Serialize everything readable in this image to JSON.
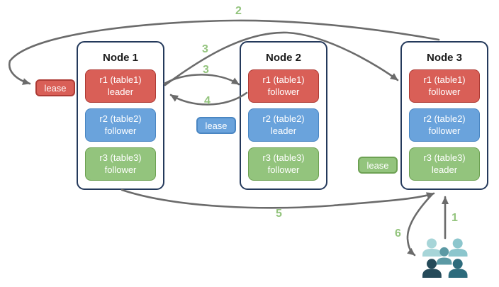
{
  "diagram": {
    "nodes": [
      {
        "title": "Node 1",
        "replicas": [
          {
            "label": "r1 (table1)",
            "role": "leader",
            "color": "red"
          },
          {
            "label": "r2 (table2)",
            "role": "follower",
            "color": "blue"
          },
          {
            "label": "r3 (table3)",
            "role": "follower",
            "color": "green"
          }
        ]
      },
      {
        "title": "Node 2",
        "replicas": [
          {
            "label": "r1 (table1)",
            "role": "follower",
            "color": "red"
          },
          {
            "label": "r2 (table2)",
            "role": "leader",
            "color": "blue"
          },
          {
            "label": "r3 (table3)",
            "role": "follower",
            "color": "green"
          }
        ]
      },
      {
        "title": "Node 3",
        "replicas": [
          {
            "label": "r1 (table1)",
            "role": "follower",
            "color": "red"
          },
          {
            "label": "r2 (table2)",
            "role": "follower",
            "color": "blue"
          },
          {
            "label": "r3 (table3)",
            "role": "leader",
            "color": "green"
          }
        ]
      }
    ],
    "leases": [
      {
        "label": "lease",
        "color": "red"
      },
      {
        "label": "lease",
        "color": "blue"
      },
      {
        "label": "lease",
        "color": "green"
      }
    ],
    "steps": [
      {
        "id": "step-2",
        "label": "2"
      },
      {
        "id": "step-3a",
        "label": "3"
      },
      {
        "id": "step-3b",
        "label": "3"
      },
      {
        "id": "step-4",
        "label": "4"
      },
      {
        "id": "step-5",
        "label": "5"
      },
      {
        "id": "step-1",
        "label": "1"
      },
      {
        "id": "step-6",
        "label": "6"
      }
    ],
    "icons": {
      "clients": "users-group-icon"
    },
    "colors": {
      "red_fill": "#d95f57",
      "red_stroke": "#ad3b35",
      "blue_fill": "#6aa3dc",
      "blue_stroke": "#4a86c2",
      "green_fill": "#93c47d",
      "green_stroke": "#6da153",
      "node_border": "#24395b",
      "arrow": "#6b6b6b",
      "step_label": "#93c47d",
      "users_light": "#a7d5d8",
      "users_medium": "#5b99a4",
      "users_dark": "#254a59",
      "users_teal": "#2d6b7c"
    }
  }
}
